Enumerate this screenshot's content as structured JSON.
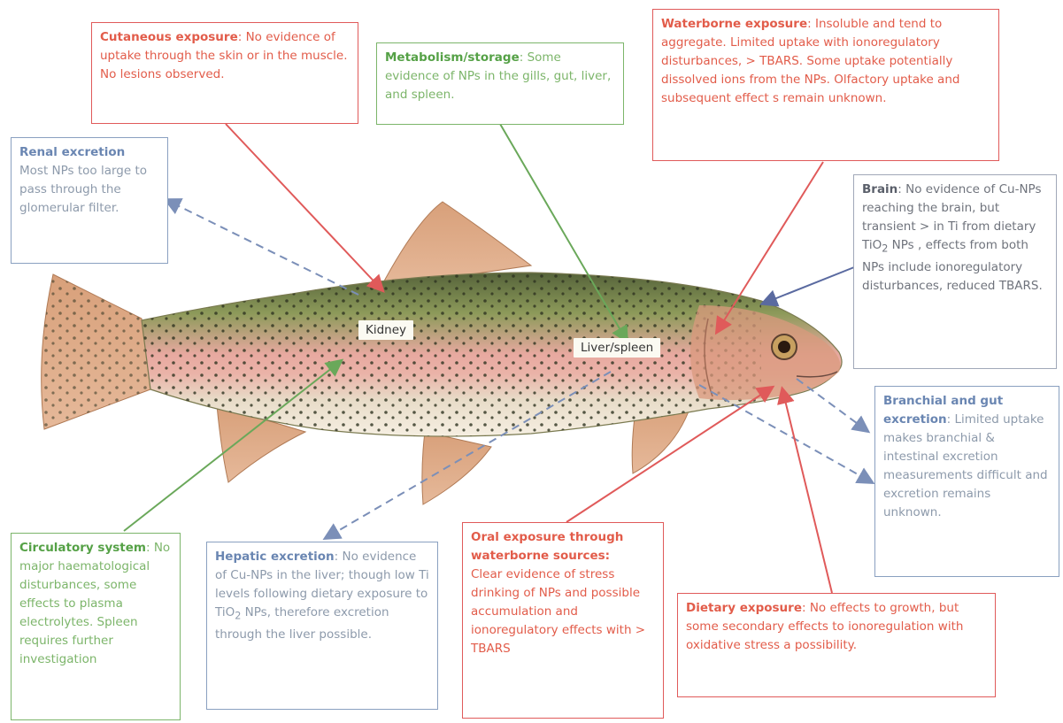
{
  "organ_labels": {
    "kidney": "Kidney",
    "liver_spleen": "Liver/spleen"
  },
  "boxes": {
    "cutaneous": {
      "title": "Cutaneous exposure",
      "body": ": No evidence of uptake through the skin or in the muscle. No lesions observed."
    },
    "metabolism": {
      "title": "Metabolism/storage",
      "body": ": Some evidence of NPs in the gills, gut, liver, and spleen."
    },
    "waterborne": {
      "title": "Waterborne exposure",
      "body": ": Insoluble and tend to aggregate. Limited uptake with ionoregulatory disturbances, > TBARS. Some uptake potentially dissolved ions from the NPs. Olfactory uptake and subsequent effect s  remain unknown."
    },
    "renal": {
      "title": "Renal excretion",
      "body": "Most NPs too large to pass through the glomerular filter."
    },
    "brain": {
      "title": "Brain",
      "body_a": ": No evidence of Cu-NPs reaching the brain, but transient > in Ti from dietary TiO",
      "sub": "2",
      "body_b": " NPs , effects from both NPs include ionoregulatory disturbances, reduced TBARS."
    },
    "branchial": {
      "title": "Branchial and gut excretion",
      "body": ": Limited uptake makes branchial & intestinal excretion measurements difficult and excretion remains unknown."
    },
    "circulatory": {
      "title": "Circulatory system",
      "body": ": No major haematological disturbances, some effects to plasma electrolytes. Spleen requires further investigation"
    },
    "hepatic": {
      "title": "Hepatic excretion",
      "body_a": ": No evidence of Cu-NPs in the liver; though low Ti levels following dietary exposure to TiO",
      "sub": "2",
      "body_b": " NPs, therefore excretion through the liver possible."
    },
    "oral": {
      "title": "Oral exposure through waterborne sources:",
      "body": "Clear evidence of stress drinking of NPs and possible accumulation and ionoregulatory effects with > TBARS"
    },
    "dietary": {
      "title": "Dietary exposure",
      "body": ": No effects to growth, but some secondary effects to ionoregulation with oxidative stress a possibility."
    }
  },
  "colors": {
    "exposure": "#e05a5a",
    "circulation": "#6aa85a",
    "excretion": "#7b8fb8",
    "brain": "#5a6aa0"
  }
}
